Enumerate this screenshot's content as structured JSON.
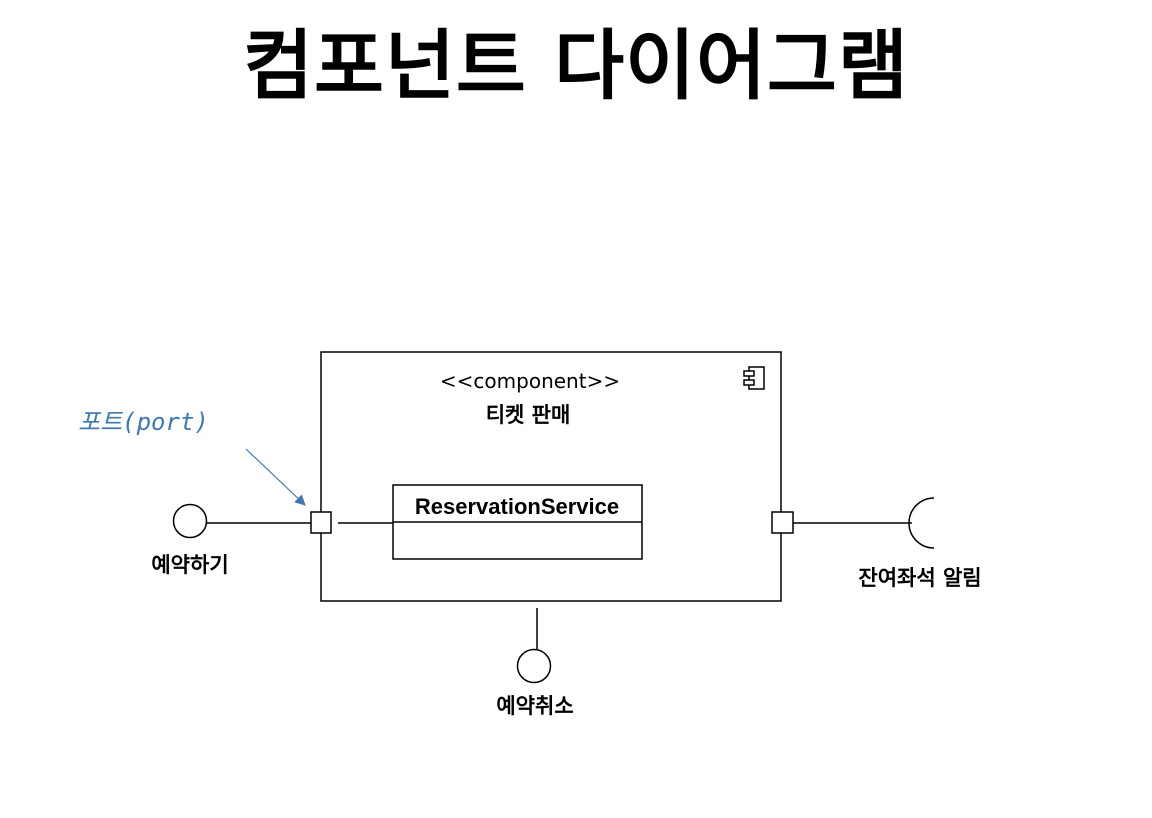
{
  "title": "컴포넌트 다이어그램",
  "component": {
    "stereotype": "<<component>>",
    "name": "티켓 판매",
    "icon": "component-icon"
  },
  "inner_class": {
    "name": "ReservationService"
  },
  "annotation": {
    "text": "포트(port)",
    "color": "#3d79b4"
  },
  "interfaces": {
    "provided_left": "예약하기",
    "provided_bottom": "예약취소",
    "required_right": "잔여좌석 알림"
  },
  "colors": {
    "line": "#000000",
    "annotation": "#3d79b4",
    "background": "#ffffff"
  }
}
